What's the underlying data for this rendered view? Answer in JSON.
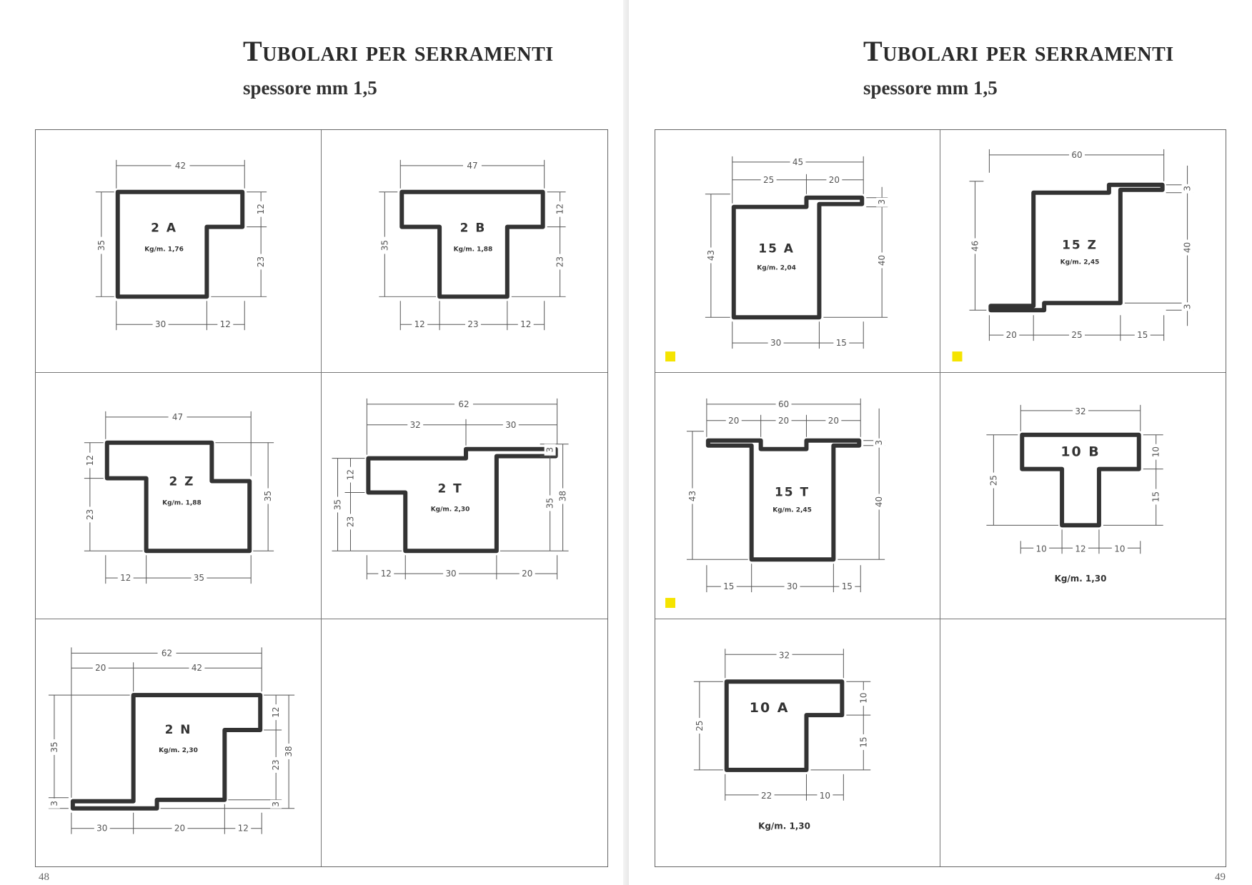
{
  "pages": [
    {
      "title": "Tubolari per serramenti",
      "subtitle": "spessore mm 1,5",
      "page_number": "48"
    },
    {
      "title": "Tubolari per serramenti",
      "subtitle": "spessore mm 1,5",
      "page_number": "49"
    }
  ],
  "profiles": {
    "p2A": {
      "name": "2 A",
      "weight": "Kg/m. 1,76",
      "dims": [
        "42",
        "35",
        "12",
        "23",
        "30",
        "12"
      ]
    },
    "p2B": {
      "name": "2 B",
      "weight": "Kg/m. 1,88",
      "dims": [
        "47",
        "35",
        "12",
        "23",
        "12",
        "23",
        "12"
      ]
    },
    "p2Z": {
      "name": "2 Z",
      "weight": "Kg/m. 1,88",
      "dims": [
        "47",
        "12",
        "23",
        "35",
        "12",
        "35"
      ]
    },
    "p2T": {
      "name": "2 T",
      "weight": "Kg/m. 2,30",
      "dims": [
        "62",
        "32",
        "30",
        "12",
        "35",
        "23",
        "3",
        "35",
        "38",
        "12",
        "30",
        "20"
      ]
    },
    "p2N": {
      "name": "2 N",
      "weight": "Kg/m. 2,30",
      "dims": [
        "62",
        "20",
        "42",
        "35",
        "3",
        "12",
        "23",
        "3",
        "38",
        "30",
        "20",
        "12"
      ]
    },
    "p15A": {
      "name": "15 A",
      "weight": "Kg/m. 2,04",
      "dims": [
        "45",
        "25",
        "20",
        "43",
        "3",
        "40",
        "30",
        "15"
      ]
    },
    "p15Z": {
      "name": "15 Z",
      "weight": "Kg/m. 2,45",
      "dims": [
        "60",
        "46",
        "3",
        "40",
        "3",
        "20",
        "25",
        "15"
      ]
    },
    "p15T": {
      "name": "15 T",
      "weight": "Kg/m. 2,45",
      "dims": [
        "60",
        "20",
        "20",
        "20",
        "43",
        "3",
        "40",
        "15",
        "30",
        "15"
      ]
    },
    "p10B": {
      "name": "10 B",
      "weight": "Kg/m. 1,30",
      "dims": [
        "32",
        "25",
        "10",
        "15",
        "10",
        "12",
        "10"
      ]
    },
    "p10A": {
      "name": "10 A",
      "weight": "Kg/m. 1,30",
      "dims": [
        "32",
        "25",
        "10",
        "15",
        "22",
        "10"
      ]
    }
  }
}
